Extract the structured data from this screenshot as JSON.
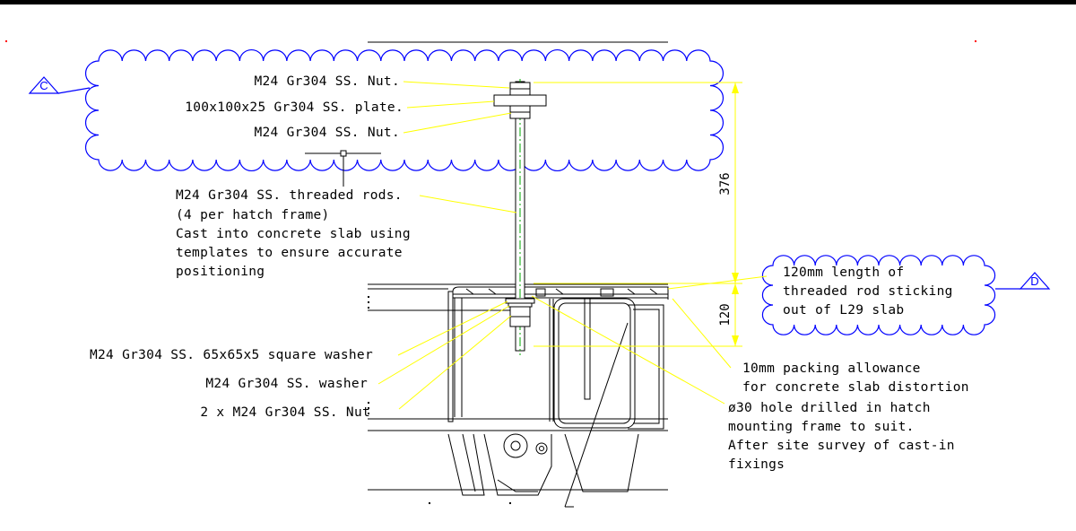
{
  "callouts": {
    "top_nut": "M24 Gr304 SS. Nut.",
    "plate": "100x100x25 Gr304 SS. plate.",
    "lower_nut": "M24 Gr304 SS. Nut.",
    "rod_line1": "M24 Gr304 SS. threaded rods.",
    "rod_line2": "(4 per hatch frame)",
    "rod_line3": "Cast into concrete slab using",
    "rod_line4": "templates to ensure accurate",
    "rod_line5": "positioning",
    "square_washer": "M24 Gr304 SS. 65x65x5 square washer",
    "washer": "M24 Gr304 SS. washer",
    "double_nut": "2 x M24 Gr304 SS. Nut",
    "packing_line1": "10mm packing allowance",
    "packing_line2": "for concrete slab distortion",
    "hole_line1": "ø30 hole drilled in hatch",
    "hole_line2": "mounting frame to suit.",
    "hole_line3": "After site survey of cast-in",
    "hole_line4": "fixings",
    "stickout_line1": "120mm length of",
    "stickout_line2": "threaded rod sticking",
    "stickout_line3": "out of L29 slab"
  },
  "dimensions": {
    "upper": "376",
    "lower": "120"
  },
  "revision_tags": {
    "left": "C",
    "right": "D"
  },
  "colors": {
    "leader": "#ffff00",
    "cloud": "#0000ff",
    "marker": "#ff0000",
    "linework": "#000000",
    "background": "#ffffff"
  }
}
